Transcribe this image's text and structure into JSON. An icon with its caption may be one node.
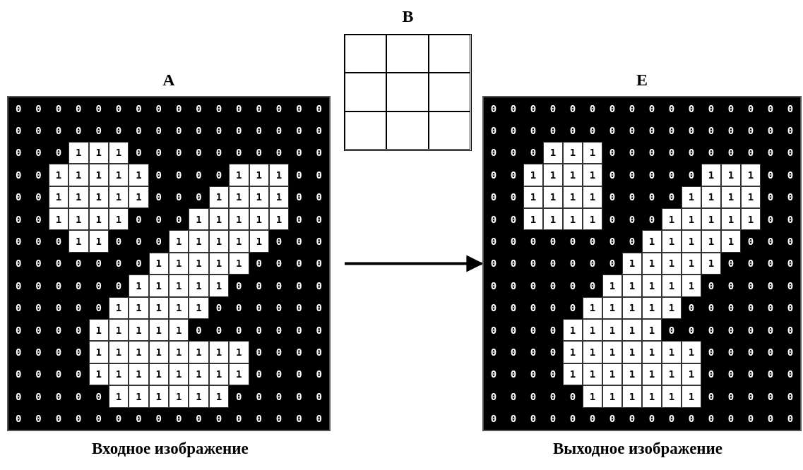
{
  "diagram": {
    "nodes": [
      {
        "text": [
          "A"
        ],
        "beside": [
          "Входное изображение"
        ]
      },
      {
        "text": [
          "B"
        ]
      },
      {
        "text": [
          "E"
        ],
        "beside": [
          "Выходное изображение"
        ]
      }
    ],
    "edges": [
      {
        "from": 0,
        "to": 2,
        "arrow": "to"
      }
    ],
    "labels": [
      "0",
      "0",
      "0",
      "0",
      "0",
      "0",
      "0",
      "0",
      "0",
      "0",
      "0",
      "0",
      "0",
      "0",
      "0",
      "0",
      "0",
      "0",
      "0",
      "0",
      "0",
      "0",
      "0",
      "0",
      "0",
      "0",
      "0",
      "0",
      "0",
      "0",
      "0",
      "0",
      "0",
      "0",
      "0",
      "1",
      "1",
      "1",
      "0",
      "0",
      "0",
      "0",
      "0",
      "0",
      "0",
      "0",
      "0",
      "0",
      "0",
      "0",
      "1",
      "1",
      "1",
      "1",
      "1",
      "0",
      "0",
      "0",
      "0",
      "1",
      "1",
      "1",
      "0",
      "0",
      "0",
      "0",
      "1",
      "1",
      "1",
      "1",
      "1",
      "0",
      "0",
      "0",
      "1",
      "1",
      "1",
      "1",
      "0",
      "0",
      "0",
      "0",
      "1",
      "1",
      "1",
      "1",
      "0",
      "0",
      "0",
      "1",
      "1",
      "1",
      "1",
      "1",
      "0",
      "0",
      "0",
      "0",
      "0",
      "1",
      "1",
      "0",
      "0",
      "0",
      "1",
      "1",
      "1",
      "1",
      "1",
      "0",
      "0",
      "0",
      "0",
      "0",
      "0",
      "0",
      "0",
      "0",
      "0",
      "1",
      "1",
      "1",
      "1",
      "1",
      "0",
      "0",
      "0",
      "0",
      "0",
      "0",
      "0",
      "0",
      "0",
      "0",
      "1",
      "1",
      "1",
      "1",
      "1",
      "0",
      "0",
      "0",
      "0",
      "0",
      "0",
      "0",
      "0",
      "0",
      "0",
      "1",
      "1",
      "1",
      "1",
      "1",
      "0",
      "0",
      "0",
      "0",
      "0",
      "0",
      "0",
      "0",
      "0",
      "0",
      "1",
      "1",
      "1",
      "1",
      "1",
      "0",
      "0",
      "0",
      "0",
      "0",
      "0",
      "0",
      "0",
      "0",
      "0",
      "0",
      "1",
      "1",
      "1",
      "1",
      "1",
      "1",
      "1",
      "1",
      "0",
      "0",
      "0",
      "0",
      "0",
      "0",
      "0",
      "0",
      "1",
      "1",
      "1",
      "1",
      "1",
      "1",
      "1",
      "1",
      "0",
      "0",
      "0",
      "0",
      "0",
      "0",
      "0",
      "0",
      "0",
      "1",
      "1",
      "1",
      "1",
      "1",
      "1",
      "0",
      "0",
      "0",
      "0",
      "0",
      "0",
      "0",
      "0",
      "0",
      "0",
      "0",
      "0",
      "0",
      "0",
      "0",
      "0",
      "0",
      "0",
      "0",
      "0",
      "0",
      "0",
      "0",
      "0",
      "0",
      "0",
      "0",
      "0",
      "0",
      "0",
      "0",
      "0",
      "0",
      "0",
      "0",
      "0",
      "0",
      "0",
      "0",
      "0",
      "0",
      "0",
      "0",
      "0",
      "0",
      "0",
      "0",
      "0",
      "0",
      "0",
      "0",
      "0",
      "0",
      "0",
      "0",
      "0",
      "1",
      "1",
      "1",
      "0",
      "0",
      "0",
      "0",
      "0",
      "0",
      "0",
      "0",
      "0",
      "0",
      "0",
      "0",
      "1",
      "1",
      "1",
      "1",
      "0",
      "0",
      "0",
      "0",
      "0",
      "1",
      "1",
      "1",
      "0",
      "0",
      "0",
      "0",
      "1",
      "1",
      "1",
      "1",
      "0",
      "0",
      "0",
      "0",
      "1",
      "1",
      "1",
      "1",
      "0",
      "0",
      "0",
      "0",
      "1",
      "1",
      "1",
      "1",
      "0",
      "0",
      "0",
      "1",
      "1",
      "1",
      "1",
      "1",
      "0",
      "0",
      "0",
      "0",
      "0",
      "0",
      "0",
      "0",
      "0",
      "0",
      "1",
      "1",
      "1",
      "1",
      "1",
      "0",
      "0",
      "0",
      "0",
      "0",
      "0",
      "0",
      "0",
      "0",
      "0",
      "1",
      "1",
      "1",
      "1",
      "1",
      "0",
      "0",
      "0",
      "0",
      "0",
      "0",
      "0",
      "0",
      "0",
      "0",
      "1",
      "1",
      "1",
      "1",
      "1",
      "0",
      "0",
      "0",
      "0",
      "0",
      "0",
      "0",
      "0",
      "0",
      "0",
      "1",
      "1",
      "1",
      "1",
      "1",
      "0",
      "0",
      "0",
      "0",
      "0",
      "0",
      "0",
      "0",
      "0",
      "0",
      "1",
      "1",
      "1",
      "1",
      "1",
      "0",
      "0",
      "0",
      "0",
      "0",
      "0",
      "0",
      "0",
      "0",
      "0",
      "0",
      "1",
      "1",
      "1",
      "1",
      "1",
      "1",
      "1",
      "0",
      "0",
      "0",
      "0",
      "0",
      "0",
      "0",
      "0",
      "0",
      "1",
      "1",
      "1",
      "1",
      "1",
      "1",
      "1",
      "0",
      "0",
      "0",
      "0",
      "0",
      "0",
      "0",
      "0",
      "0",
      "0",
      "1",
      "1",
      "1",
      "1",
      "1",
      "1",
      "0",
      "0",
      "0",
      "0",
      "0",
      "0",
      "0",
      "0",
      "0",
      "0",
      "0",
      "0",
      "0",
      "0",
      "0",
      "0",
      "0",
      "0",
      "0",
      "0",
      "0"
    ]
  }
}
